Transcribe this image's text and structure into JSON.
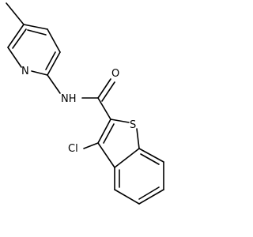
{
  "molecule": {
    "atoms": {
      "pyridine_n": "N",
      "amide_nh": "NH",
      "carbonyl_o": "O",
      "thiophene_s": "S",
      "chloro": "Cl"
    }
  }
}
